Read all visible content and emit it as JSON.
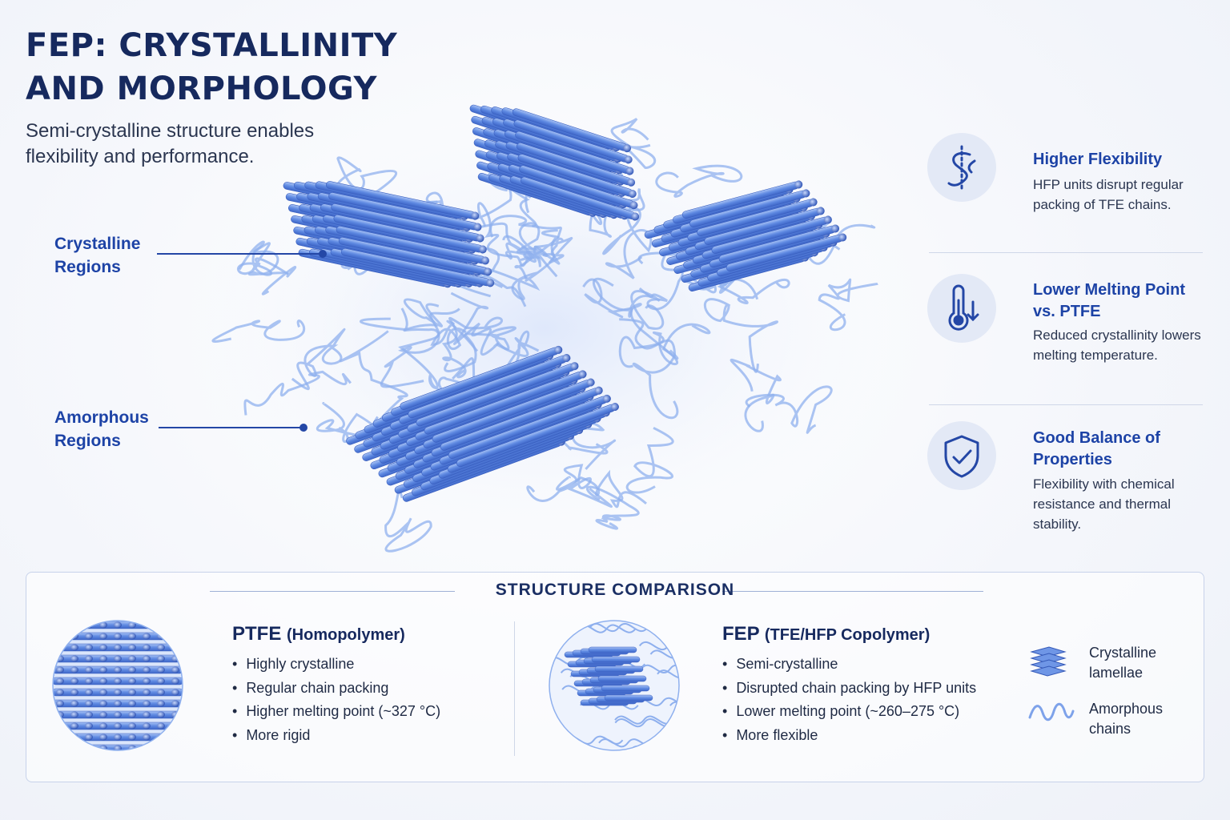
{
  "header": {
    "title": "FEP: CRYSTALLINITY AND MORPHOLOGY",
    "subtitle": "Semi-crystalline structure enables flexibility and performance."
  },
  "callouts": {
    "crystalline": "Crystalline Regions",
    "amorphous": "Amorphous Regions"
  },
  "features": [
    {
      "icon": "flexible-chain-icon",
      "title": "Higher Flexibility",
      "desc": "HFP units disrupt regular packing of TFE chains."
    },
    {
      "icon": "thermometer-down-icon",
      "title": "Lower Melting Point vs. PTFE",
      "desc": "Reduced crystallinity lowers melting temperature."
    },
    {
      "icon": "shield-check-icon",
      "title": "Good Balance of Properties",
      "desc": "Flexibility with chemical resistance and thermal stability."
    }
  ],
  "comparison": {
    "heading": "STRUCTURE COMPARISON",
    "ptfe": {
      "name": "PTFE",
      "qualifier": "(Homopolymer)",
      "bullets": [
        "Highly crystalline",
        "Regular chain packing",
        "Higher melting point (~327 °C)",
        "More rigid"
      ]
    },
    "fep": {
      "name": "FEP",
      "qualifier": "(TFE/HFP Copolymer)",
      "bullets": [
        "Semi-crystalline",
        "Disrupted chain packing by HFP units",
        "Lower melting point (~260–275 °C)",
        "More flexible"
      ]
    },
    "legend": [
      {
        "icon": "lamellae-stack-icon",
        "label": "Crystalline lamellae"
      },
      {
        "icon": "wavy-chain-icon",
        "label": "Amorphous chains"
      }
    ]
  },
  "colors": {
    "accent": "#1d43a6",
    "title": "#16295e",
    "rod": "#5a86e0",
    "chain": "#8fb0ee"
  }
}
